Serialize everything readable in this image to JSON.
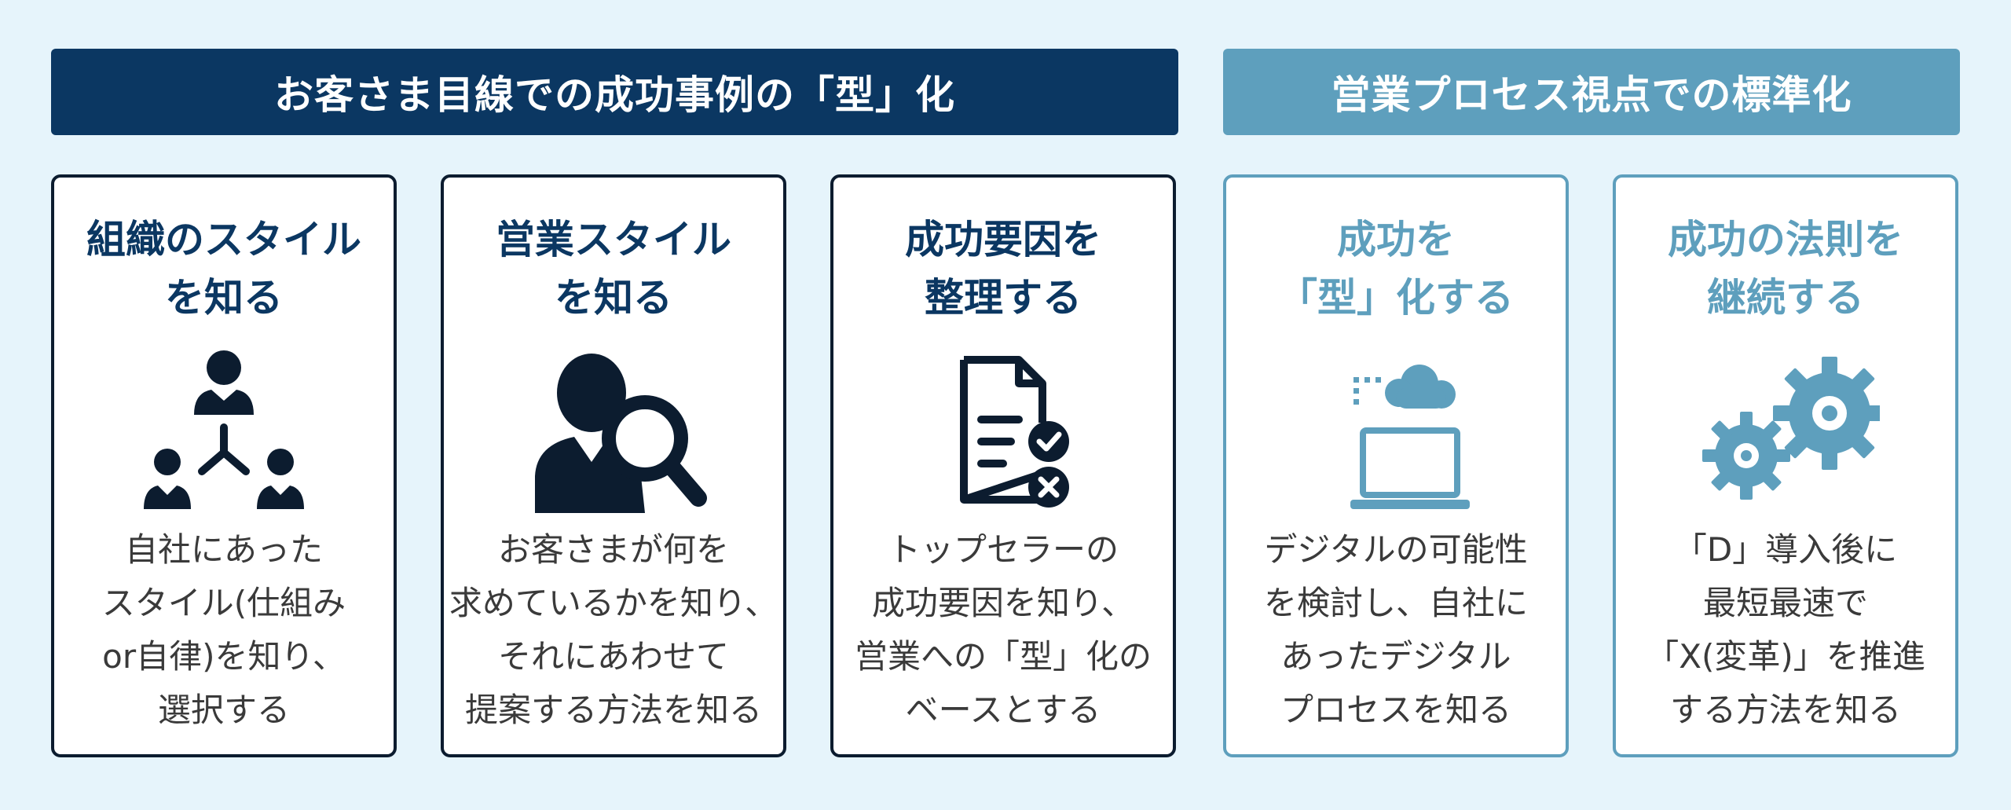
{
  "banners": {
    "left": "お客さま目線での成功事例の「型」化",
    "right": "営業プロセス視点での標準化"
  },
  "cards": [
    {
      "title": [
        "組織のスタイル",
        "を知る"
      ],
      "icon": "org-chart-icon",
      "body": [
        "自社にあった",
        "スタイル(仕組み",
        "or自律)を知り、",
        "選択する"
      ]
    },
    {
      "title": [
        "営業スタイル",
        "を知る"
      ],
      "icon": "person-magnifier-icon",
      "body": [
        "お客さまが何を",
        "求めているかを知り、",
        "それにあわせて",
        "提案する方法を知る"
      ]
    },
    {
      "title": [
        "成功要因を",
        "整理する"
      ],
      "icon": "document-check-icon",
      "body": [
        "トップセラーの",
        "成功要因を知り、",
        "営業への「型」化の",
        "ベースとする"
      ]
    },
    {
      "title": [
        "成功を",
        "「型」化する"
      ],
      "icon": "cloud-laptop-icon",
      "body": [
        "デジタルの可能性",
        "を検討し、自社に",
        "あったデジタル",
        "プロセスを知る"
      ]
    },
    {
      "title": [
        "成功の法則を",
        "継続する"
      ],
      "icon": "gears-icon",
      "body": [
        "「D」導入後に",
        "最短最速で",
        "「X(変革)」を推進",
        "する方法を知る"
      ]
    }
  ],
  "colors": {
    "dark": "#0b3762",
    "light": "#5e9fbd",
    "background": "#e6f4fb"
  }
}
